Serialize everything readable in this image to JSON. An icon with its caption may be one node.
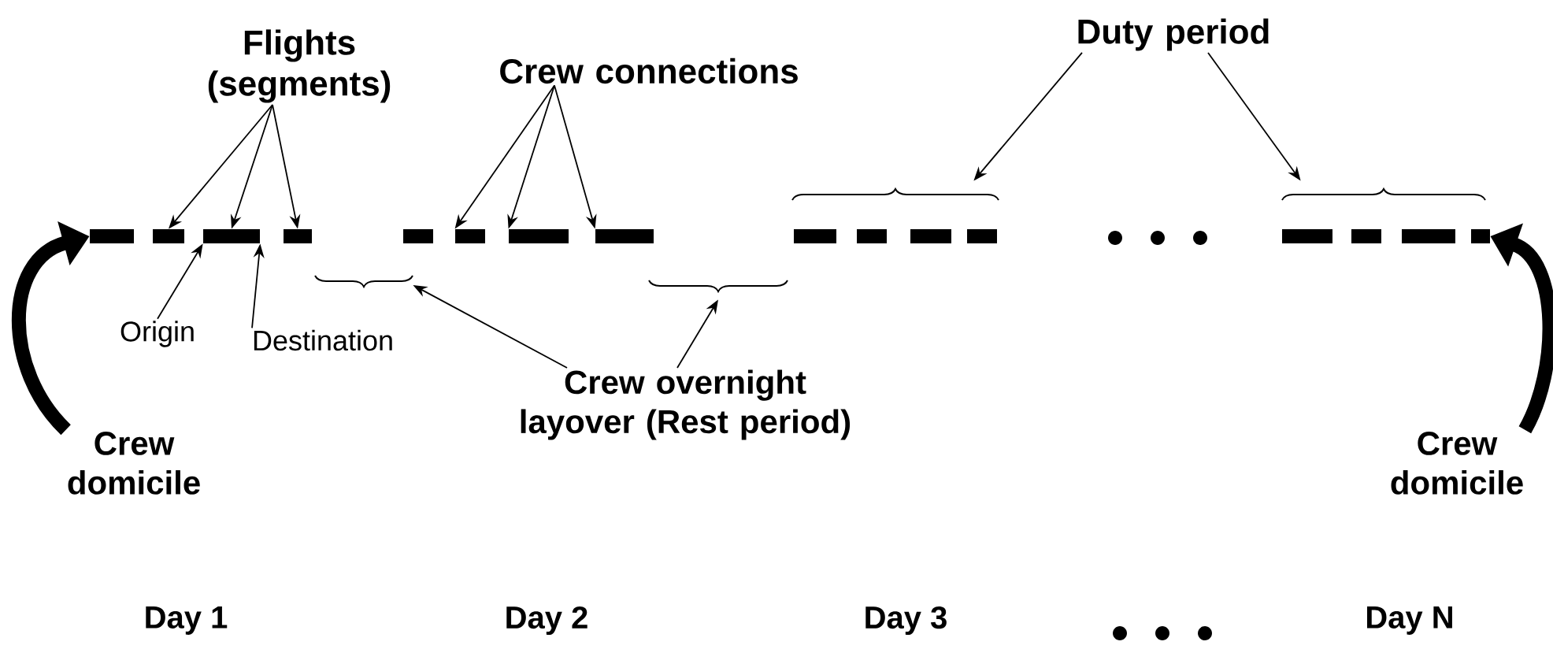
{
  "diagram": {
    "nodes": [
      {
        "text": [
          "Flights (segments)"
        ]
      },
      {
        "text": [
          "Crew connections"
        ]
      },
      {
        "text": [
          "Duty period"
        ]
      },
      {
        "text": [
          "Origin"
        ]
      },
      {
        "text": [
          "Destination"
        ]
      },
      {
        "text": [
          "Crew overnight layover (Rest period)"
        ]
      },
      {
        "text": [
          "Crew domicile"
        ]
      },
      {
        "text": [
          "Crew domicile"
        ]
      },
      {
        "text": [],
        "shape": "bar"
      },
      {
        "text": [],
        "shape": "bar"
      },
      {
        "text": [],
        "shape": "bar"
      },
      {
        "text": [],
        "shape": "bar"
      },
      {
        "text": [],
        "shape": "bar"
      },
      {
        "text": [],
        "shape": "bar"
      },
      {
        "text": [],
        "shape": "bar"
      },
      {
        "text": [],
        "shape": "bar"
      },
      {
        "text": [],
        "shape": "bar"
      },
      {
        "text": [],
        "shape": "bar"
      },
      {
        "text": [],
        "shape": "bar"
      },
      {
        "text": [],
        "shape": "bar"
      },
      {
        "text": [],
        "shape": "bar"
      },
      {
        "text": [],
        "shape": "bar"
      },
      {
        "text": [],
        "shape": "bar"
      },
      {
        "text": [],
        "shape": "bar"
      },
      {
        "text": [],
        "shape": "brace"
      },
      {
        "text": [],
        "shape": "brace"
      },
      {
        "text": [],
        "shape": "brace"
      },
      {
        "text": [],
        "shape": "brace"
      }
    ],
    "edges": [
      {
        "from": 0,
        "to": 9,
        "arrow": "to"
      },
      {
        "from": 0,
        "to": 10,
        "arrow": "to"
      },
      {
        "from": 0,
        "to": 11,
        "arrow": "to"
      },
      {
        "from": 1,
        "to": 13,
        "arrow": "to"
      },
      {
        "from": 1,
        "to": 14,
        "arrow": "to"
      },
      {
        "from": 1,
        "to": 15,
        "arrow": "to"
      },
      {
        "from": 3,
        "to": 10,
        "arrow": "to"
      },
      {
        "from": 4,
        "to": 10,
        "arrow": "to"
      },
      {
        "from": 5,
        "to": 24,
        "arrow": "to"
      },
      {
        "from": 5,
        "to": 25,
        "arrow": "to"
      },
      {
        "from": 2,
        "to": 26,
        "arrow": "to"
      },
      {
        "from": 2,
        "to": 27,
        "arrow": "to"
      },
      {
        "from": 6,
        "to": 8,
        "arrow": "to",
        "style": "thick"
      },
      {
        "from": 7,
        "to": 23,
        "arrow": "to",
        "style": "thick"
      }
    ],
    "labels": [
      "Day 1",
      "Day 2",
      "Day 3",
      "Day N"
    ]
  }
}
